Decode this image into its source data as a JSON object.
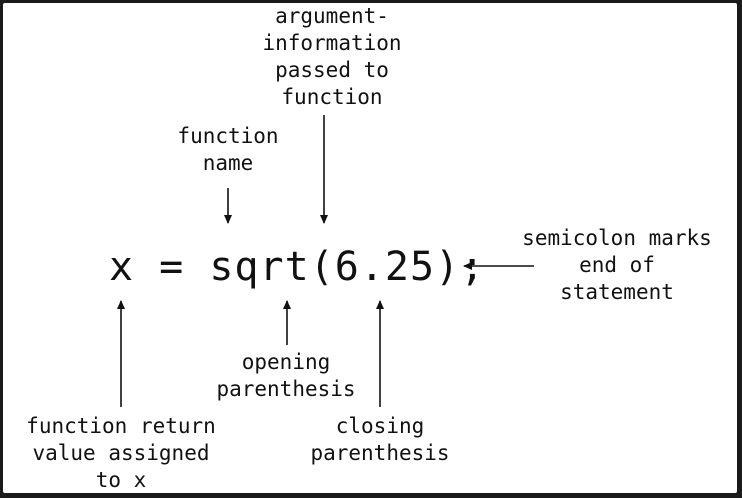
{
  "statement": "x = sqrt(6.25);",
  "annotations": {
    "argument": [
      "argument-",
      "information",
      "passed to",
      "function"
    ],
    "function_name": [
      "function",
      "name"
    ],
    "semicolon": [
      "semicolon marks",
      "end of",
      "statement"
    ],
    "opening": [
      "opening",
      "parenthesis"
    ],
    "return_value": [
      "function return",
      "value assigned",
      "to x"
    ],
    "closing": [
      "closing",
      "parenthesis"
    ]
  },
  "colors": {
    "background": "#ffffff",
    "ink": "#111111",
    "frame": "#1b1b1b"
  }
}
